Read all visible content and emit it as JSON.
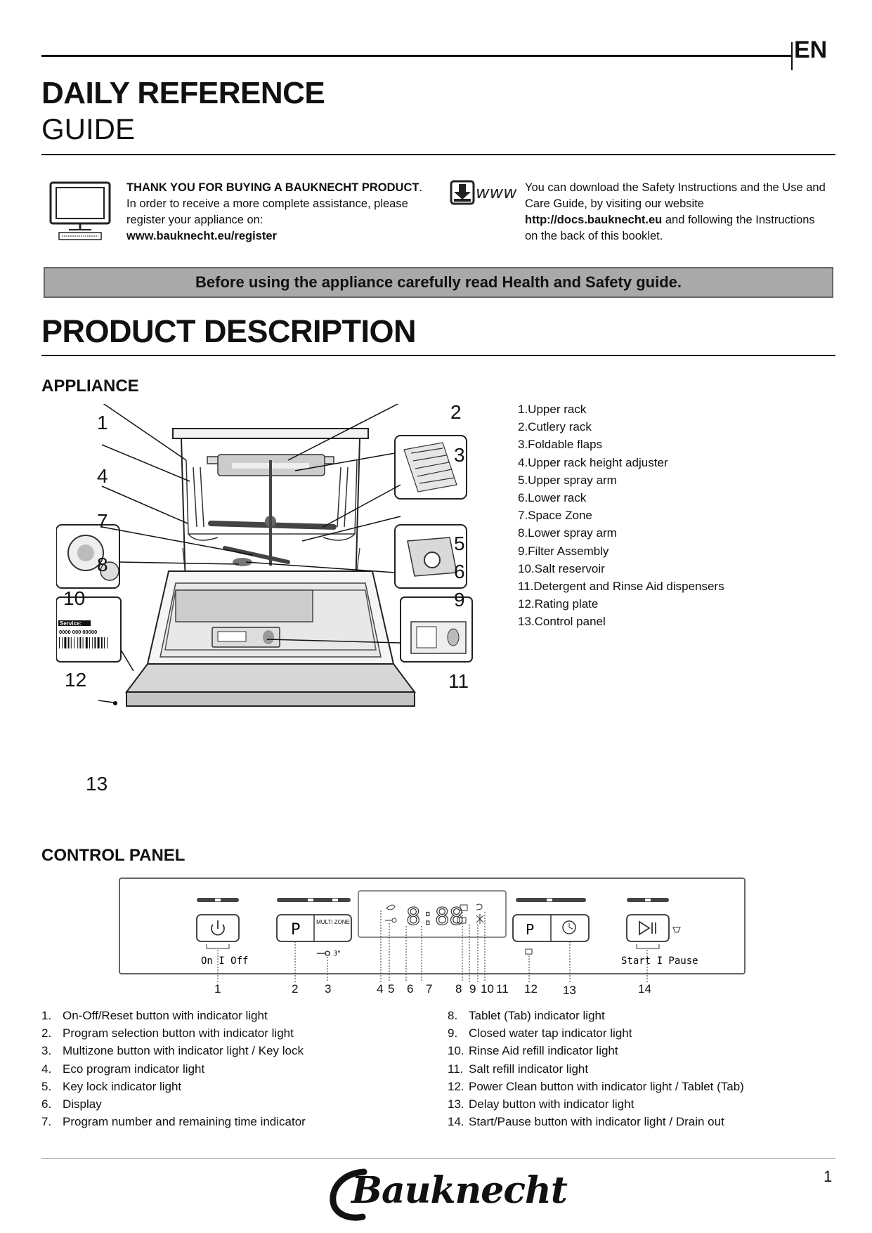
{
  "header": {
    "language": "EN",
    "title_line1": "DAILY REFERENCE",
    "title_line2": "GUIDE"
  },
  "thanks": {
    "bold": "THANK YOU FOR BUYING A BAUKNECHT PRODUCT",
    "text": "In order to receive a more complete assistance, please register your appliance on:",
    "url": "www.bauknecht.eu/register",
    "icon": "computer-monitor-icon"
  },
  "download": {
    "text1": "You can download the Safety Instructions and the Use and Care Guide, by visiting our website",
    "url": "http://docs.bauknecht.eu",
    "text2": "and following the Instructions on the back of this booklet.",
    "icon": "download-www-icon",
    "icon_text": "www"
  },
  "banner": "Before using the appliance carefully read Health and Safety guide.",
  "section_title": "PRODUCT DESCRIPTION",
  "appliance": {
    "heading": "APPLIANCE",
    "parts": [
      "1.Upper rack",
      "2.Cutlery rack",
      "3.Foldable flaps",
      "4.Upper rack height adjuster",
      "5.Upper spray arm",
      "6.Lower rack",
      "7.Space Zone",
      "8.Lower spray arm",
      "9.Filter Assembly",
      "10.Salt reservoir",
      "11.Detergent and Rinse Aid dispensers",
      "12.Rating plate",
      "13.Control panel"
    ],
    "callouts": [
      "1",
      "2",
      "3",
      "4",
      "5",
      "6",
      "7",
      "8",
      "9",
      "10",
      "11",
      "12",
      "13"
    ],
    "rating_plate": {
      "label": "Service:",
      "number": "0000 000 00000"
    }
  },
  "control_panel": {
    "heading": "CONTROL PANEL",
    "labels": {
      "on_off": "On I Off",
      "start_pause": "Start I Pause",
      "multi_zone": "MULTI ZONE",
      "display": "8:88",
      "p": "P",
      "keylock_time": "3\""
    },
    "callouts": [
      "1",
      "2",
      "3",
      "4",
      "5",
      "6",
      "7",
      "8",
      "9",
      "10",
      "11",
      "12",
      "13",
      "14"
    ],
    "legend_left": [
      {
        "n": "1.",
        "t": "On-Off/Reset button with indicator light"
      },
      {
        "n": "2.",
        "t": "Program selection button with indicator light"
      },
      {
        "n": "3.",
        "t": "Multizone button with indicator light / Key lock"
      },
      {
        "n": "4.",
        "t": "Eco program indicator light"
      },
      {
        "n": "5.",
        "t": "Key lock indicator light"
      },
      {
        "n": "6.",
        "t": "Display"
      },
      {
        "n": "7.",
        "t": "Program number and remaining time indicator"
      }
    ],
    "legend_right": [
      {
        "n": "8.",
        "t": "Tablet (Tab) indicator light"
      },
      {
        "n": "9.",
        "t": "Closed water tap indicator light"
      },
      {
        "n": "10.",
        "t": "Rinse Aid refill indicator light"
      },
      {
        "n": "11.",
        "t": "Salt refill indicator light"
      },
      {
        "n": "12.",
        "t": "Power Clean button with indicator light / Tablet (Tab)"
      },
      {
        "n": "13.",
        "t": " Delay button with indicator light"
      },
      {
        "n": "14.",
        "t": "Start/Pause button with indicator light / Drain out"
      }
    ]
  },
  "footer": {
    "page": "1",
    "brand": "Bauknecht"
  }
}
